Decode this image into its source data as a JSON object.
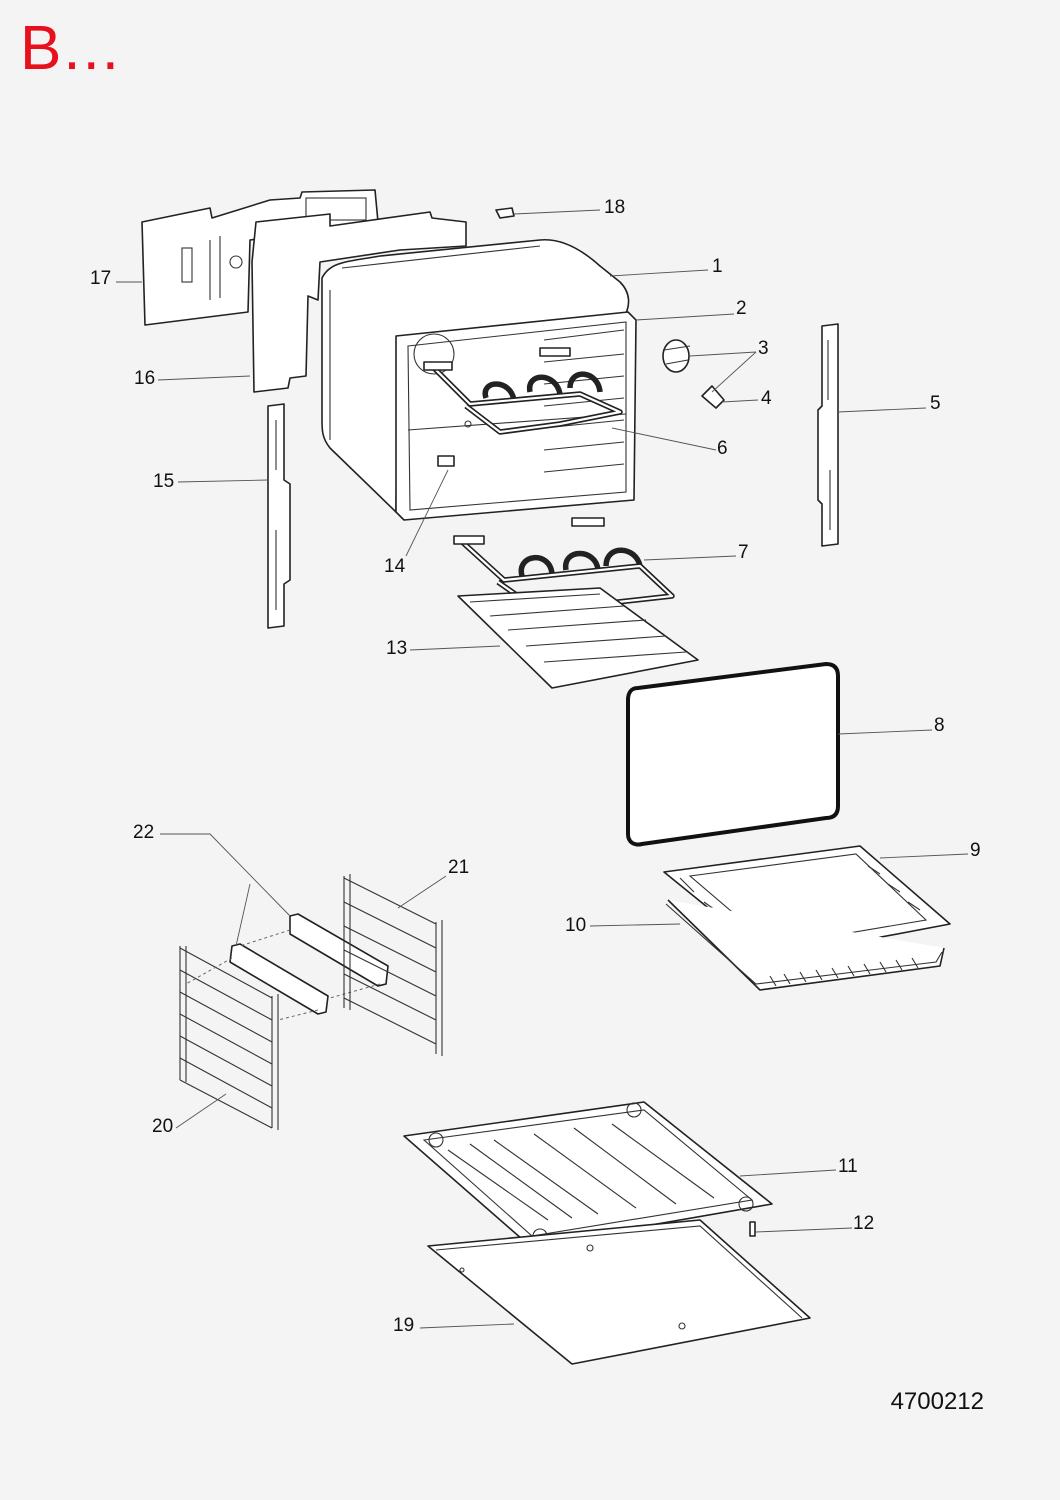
{
  "header": {
    "title": "B...",
    "title_color": "#e8101c"
  },
  "footer": {
    "doc_number": "4700212"
  },
  "callouts": [
    "1",
    "2",
    "3",
    "4",
    "5",
    "6",
    "7",
    "8",
    "9",
    "10",
    "11",
    "12",
    "13",
    "14",
    "15",
    "16",
    "17",
    "18",
    "19",
    "20",
    "21",
    "22"
  ]
}
